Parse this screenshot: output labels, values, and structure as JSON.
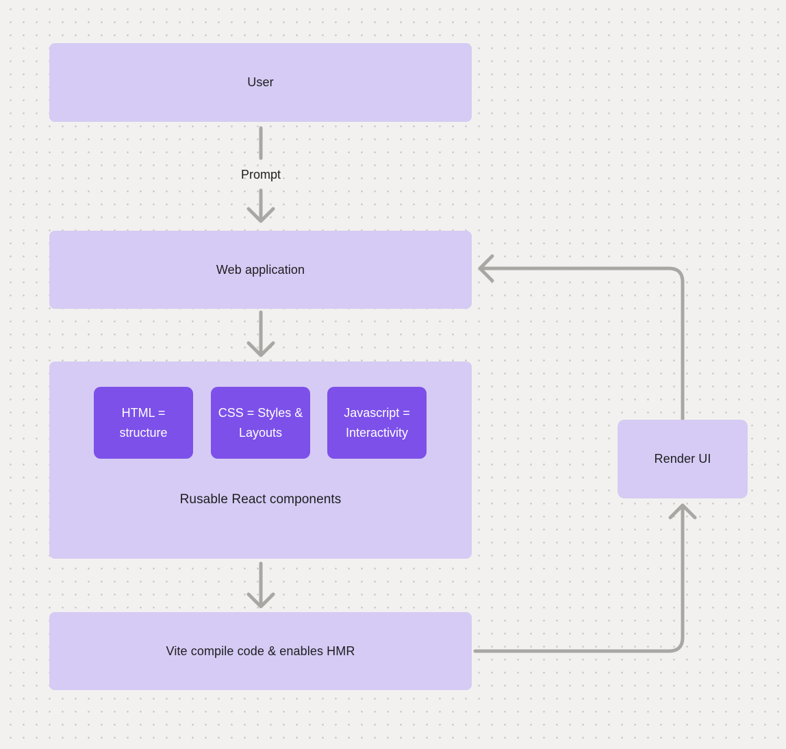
{
  "colors": {
    "background": "#f2f1ef",
    "dot": "#c7c5c3",
    "node_fill": "#d6cbf4",
    "component_fill": "#7c50e9",
    "arrow": "#a9a6a3",
    "node_text": "#1d1d1f",
    "component_text": "#ffffff"
  },
  "nodes": {
    "user": {
      "label": "User"
    },
    "web_application": {
      "label": "Web application"
    },
    "components": {
      "caption": "Rusable React components",
      "items": [
        {
          "label": "HTML = structure"
        },
        {
          "label": "CSS = Styles & Layouts"
        },
        {
          "label": "Javascript = Interactivity"
        }
      ]
    },
    "vite": {
      "label": "Vite compile code & enables HMR"
    },
    "render_ui": {
      "label": "Render UI"
    }
  },
  "edges": {
    "prompt": {
      "label": "Prompt"
    }
  }
}
